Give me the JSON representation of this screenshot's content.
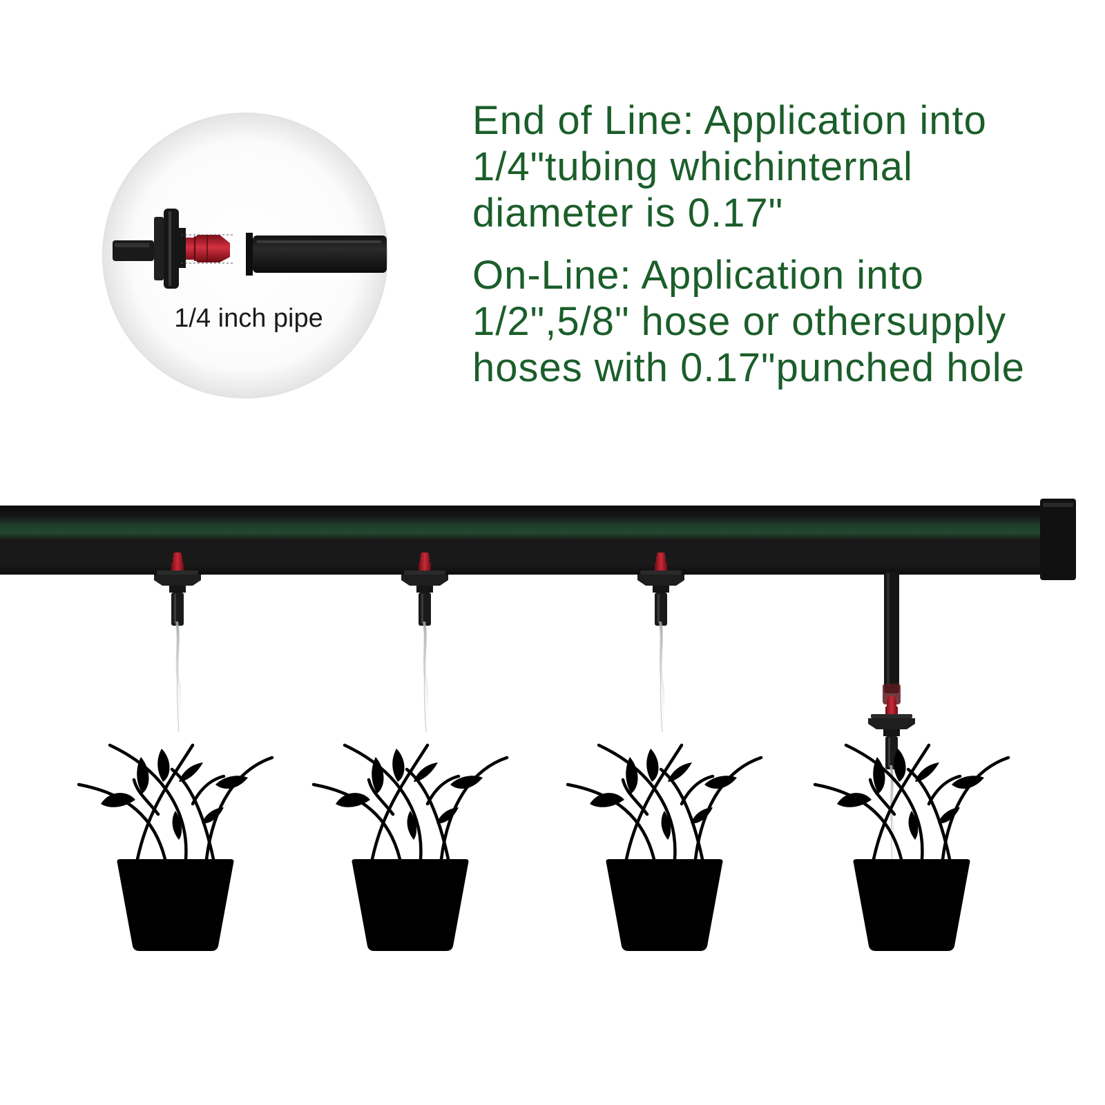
{
  "inset": {
    "caption": "1/4 inch pipe"
  },
  "end_of_line": {
    "lines": [
      "End of Line: Application into",
      "1/4\"tubing whichinternal",
      "diameter is 0.17\""
    ]
  },
  "on_line": {
    "lines": [
      "On-Line: Application into",
      "1/2\",5/8\" hose or othersupply",
      "hoses with 0.17\"punched hole"
    ]
  },
  "colors": {
    "text": "#1b5e2a",
    "pipe": "#151515",
    "pipe_highlight": "#1f4a2c",
    "dripper_red": "#b81e2c",
    "dripper_black": "#1c1c1c",
    "pot": "#000000"
  },
  "icons": [
    "magnifier-circle",
    "dripper",
    "pot-plant",
    "water-stream"
  ]
}
